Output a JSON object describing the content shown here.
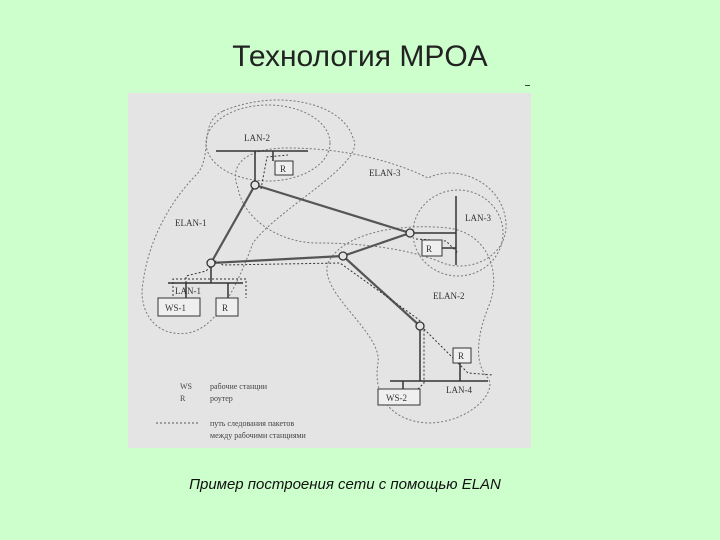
{
  "slide": {
    "title": "Технология MPOA",
    "caption": "Пример построения сети с помощью ELAN"
  },
  "diagram": {
    "elans": [
      "ELAN-1",
      "ELAN-2",
      "ELAN-3"
    ],
    "lans": [
      "LAN-1",
      "LAN-2",
      "LAN-3",
      "LAN-4"
    ],
    "routers": [
      "R",
      "R",
      "R",
      "R"
    ],
    "workstations": [
      "WS-1",
      "WS-2"
    ],
    "legend": {
      "ws_key": "WS",
      "ws_text": "рабочие станции",
      "r_key": "R",
      "r_text": "роутер",
      "path_text_line1": "путь следования пакетов",
      "path_text_line2": "между рабочими станциями"
    }
  },
  "colors": {
    "background": "#ccffcc",
    "figure_bg": "#e4e4e4"
  }
}
